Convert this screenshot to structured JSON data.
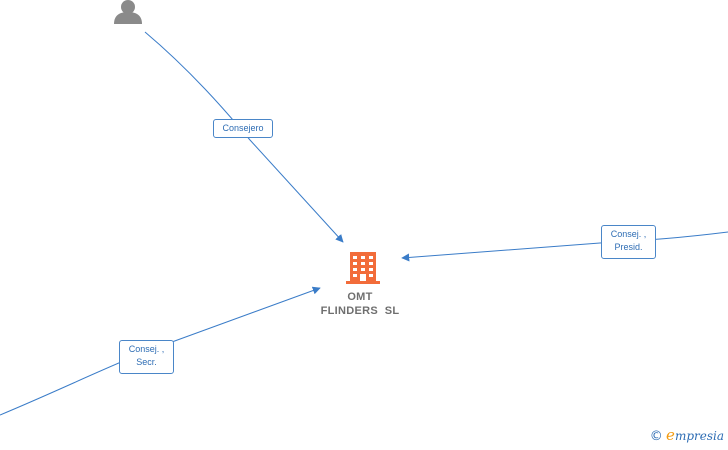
{
  "company": {
    "name_line1": "OMT",
    "name_line2": "FLINDERS  SL",
    "icon": "building-icon",
    "color": "#f26c3a"
  },
  "edges": [
    {
      "id": "top",
      "label_line1": "Consejero",
      "label_line2": ""
    },
    {
      "id": "right",
      "label_line1": "Consej. ,",
      "label_line2": "Presid."
    },
    {
      "id": "bottom-left",
      "label_line1": "Consej. ,",
      "label_line2": "Secr."
    }
  ],
  "person_icon": "person-icon",
  "colors": {
    "edge": "#3a7cc8",
    "person": "#8a8a8a"
  },
  "watermark": {
    "copyright": "©",
    "brand_first": "e",
    "brand_rest": "mpresia"
  }
}
